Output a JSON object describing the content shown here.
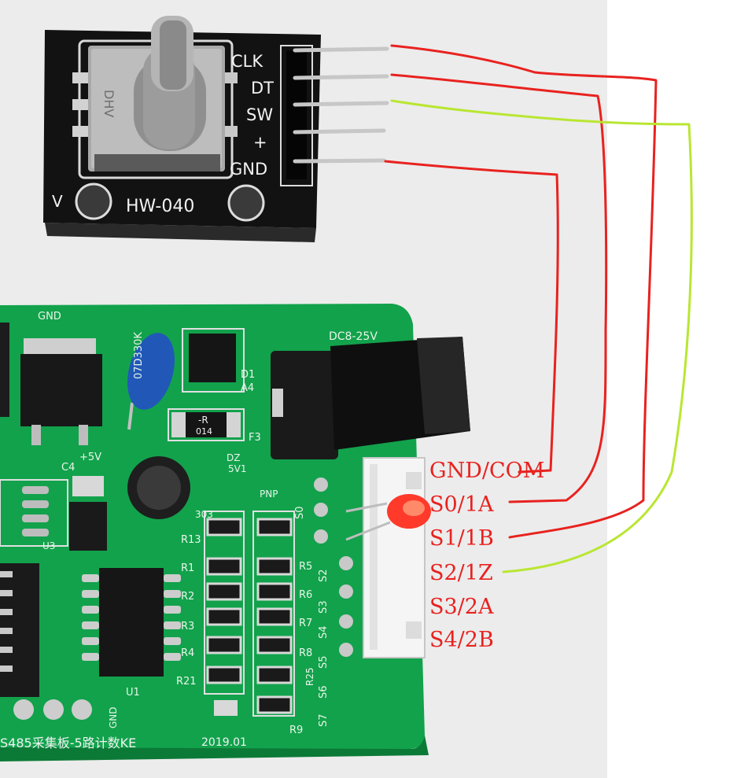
{
  "encoder_module": {
    "pin_labels": [
      "CLK",
      "DT",
      "SW",
      "+",
      "GND"
    ],
    "model_label": "HW-040",
    "side_mark": "V"
  },
  "pcb": {
    "gnd_label": "GND",
    "power_label": "DC8-25V",
    "footer_label": "S485采集板-5路计数KE",
    "date_label": "2019.01",
    "misc_labels": {
      "d1": "D1",
      "a4": "A4",
      "f3": "F3",
      "dz": "DZ",
      "v5v1": "5V1",
      "pnp": "PNP",
      "s0": "S0",
      "s2": "S2",
      "s3": "S3",
      "s4": "S4",
      "s5": "S5",
      "s6": "S6",
      "s7": "S7",
      "r13": "R13",
      "r1": "R1",
      "r2": "R2",
      "r3": "R3",
      "r4": "R4",
      "r21": "R21",
      "r5": "R5",
      "r6": "R6",
      "r7": "R7",
      "r8": "R8",
      "r25": "R25",
      "r9": "R9",
      "u1": "U1",
      "u3": "U3",
      "c4": "C4",
      "plus5v": "+5V",
      "gnd2": "GND",
      "cap_mark": "07D330K",
      "res_r": "-R",
      "res_014": "014",
      "res_303": "303"
    }
  },
  "terminal_labels": [
    "GND/COM",
    "S0/1A",
    "S1/1B",
    "S2/1Z",
    "S3/2A",
    "S4/2B"
  ],
  "colors": {
    "background": "#ffffff",
    "photo_bg": "#ededed",
    "module_board": "#111111",
    "pcb_green": "#11a34d",
    "wire_red": "#e8221f",
    "wire_green": "#b9e632",
    "label_red": "#e8221f"
  }
}
